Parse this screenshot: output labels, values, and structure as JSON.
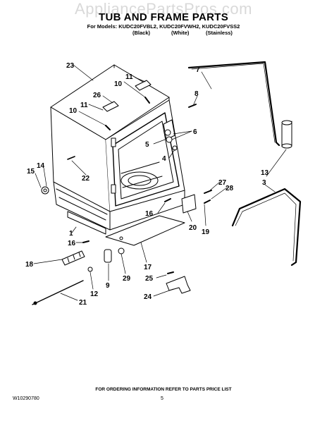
{
  "watermark": "AppliancePartsPros.com",
  "header": {
    "title": "TUB AND FRAME PARTS",
    "models": "For Models: KUDC20FVBL2, KUDC20FVWH2, KUDC20FVSS2",
    "variants": [
      "(Black)",
      "(White)",
      "(Stainless)"
    ]
  },
  "callouts": [
    "23",
    "11",
    "10",
    "26",
    "11",
    "10",
    "22",
    "15",
    "14",
    "1",
    "16",
    "18",
    "12",
    "21",
    "9",
    "29",
    "17",
    "16",
    "20",
    "19",
    "27",
    "28",
    "3",
    "13",
    "7",
    "8",
    "6",
    "5",
    "4",
    "25",
    "24"
  ],
  "footer": {
    "note": "FOR ORDERING INFORMATION REFER TO PARTS PRICE LIST",
    "doc_number": "W10290780",
    "page_number": "5"
  }
}
